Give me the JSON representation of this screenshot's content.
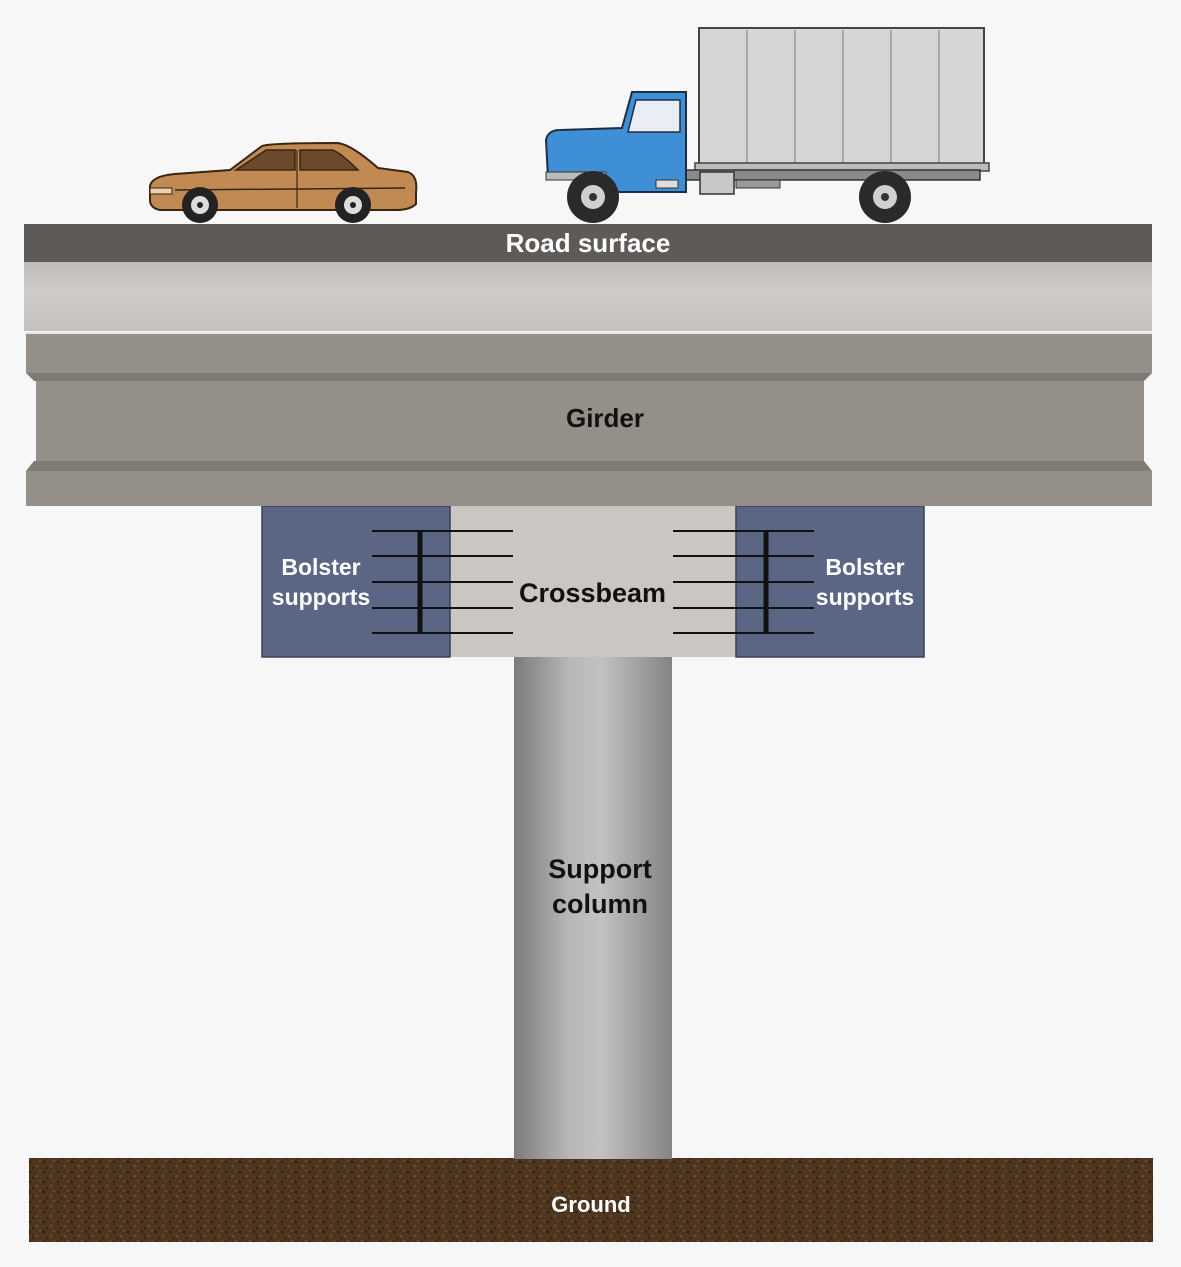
{
  "labels": {
    "road_surface": "Road surface",
    "girder": "Girder",
    "crossbeam": "Crossbeam",
    "bolster_left": [
      "Bolster",
      "supports"
    ],
    "bolster_right": [
      "Bolster",
      "supports"
    ],
    "support_column": [
      "Support",
      "column"
    ],
    "ground": "Ground"
  },
  "colors": {
    "background": "#f7f7f7",
    "road": "#5e5a58",
    "deck": "#cbc7c4",
    "girder": "#958f8a",
    "crossbeam": "#c9c6c3",
    "bolster": "#5a6684",
    "column": "#a7a5a3",
    "ground": "#4a3320",
    "car_body": "#c08a52",
    "truck_cab": "#3f8fd6",
    "truck_box": "#d6d6d6"
  },
  "icons": [
    "car-icon",
    "truck-icon"
  ]
}
